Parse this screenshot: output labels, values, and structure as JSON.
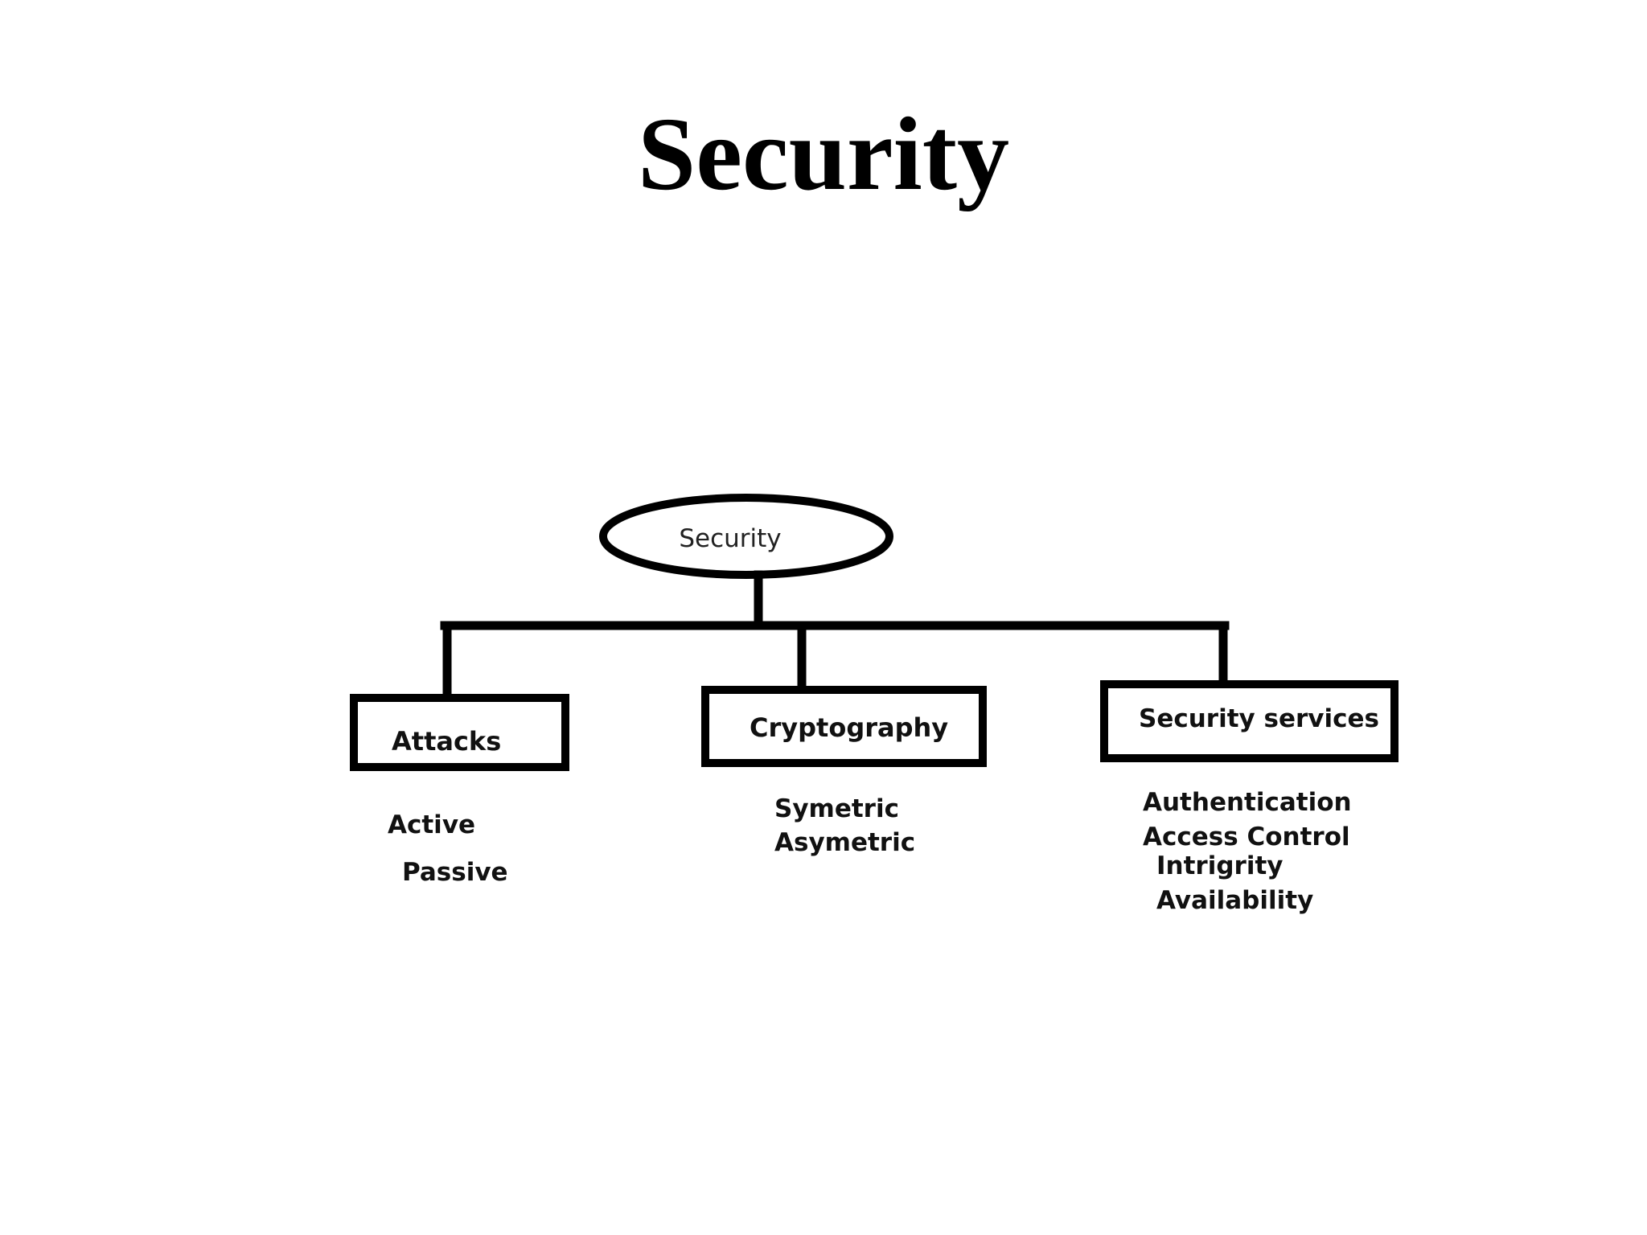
{
  "slide": {
    "title": "Security"
  },
  "diagram": {
    "root": {
      "label": "Security"
    },
    "branches": [
      {
        "label": "Attacks",
        "items": [
          "Active",
          "Passive"
        ]
      },
      {
        "label": "Cryptography",
        "items": [
          "Symetric",
          "Asymetric"
        ]
      },
      {
        "label": "Security services",
        "items": [
          "Authentication",
          "Access Control",
          "Intrigrity",
          "Availability"
        ]
      }
    ],
    "colors": {
      "line": "#000000",
      "background": "#ffffff"
    }
  }
}
